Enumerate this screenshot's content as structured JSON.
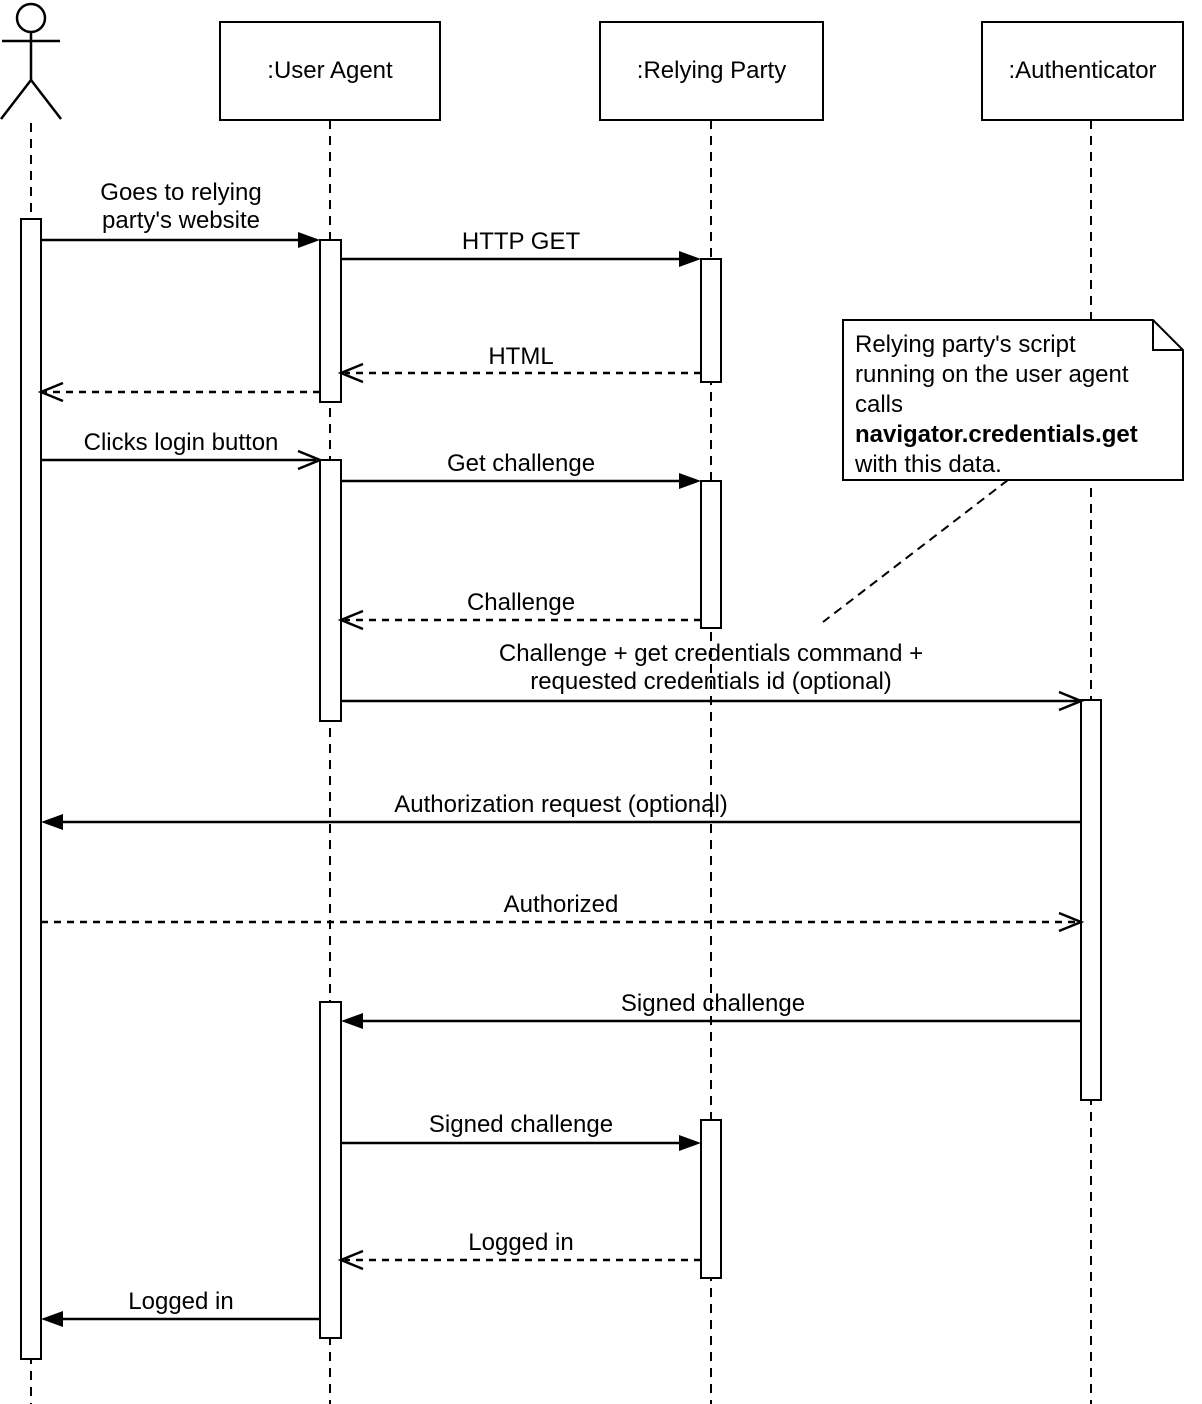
{
  "lifelines": [
    {
      "id": "user",
      "label": "",
      "kind": "actor"
    },
    {
      "id": "user-agent",
      "label": ":User Agent",
      "kind": "object"
    },
    {
      "id": "relying-party",
      "label": ":Relying Party",
      "kind": "object"
    },
    {
      "id": "authenticator",
      "label": ":Authenticator",
      "kind": "object"
    }
  ],
  "messages": [
    {
      "label": "Goes to relying party's website",
      "from": "User",
      "to": ":User Agent",
      "line": "solid",
      "arrow": "filled"
    },
    {
      "label": "HTTP GET",
      "from": ":User Agent",
      "to": ":Relying Party",
      "line": "solid",
      "arrow": "filled"
    },
    {
      "label": "HTML",
      "from": ":Relying Party",
      "to": ":User Agent",
      "line": "dashed",
      "arrow": "open"
    },
    {
      "label": "",
      "from": ":User Agent",
      "to": "User",
      "line": "dashed",
      "arrow": "open"
    },
    {
      "label": "Clicks login button",
      "from": "User",
      "to": ":User Agent",
      "line": "solid",
      "arrow": "open"
    },
    {
      "label": "Get challenge",
      "from": ":User Agent",
      "to": ":Relying Party",
      "line": "solid",
      "arrow": "filled"
    },
    {
      "label": "Challenge",
      "from": ":Relying Party",
      "to": ":User Agent",
      "line": "dashed",
      "arrow": "open"
    },
    {
      "label": "Challenge + get credentials command + requested credentials id (optional)",
      "from": ":User Agent",
      "to": ":Authenticator",
      "line": "solid",
      "arrow": "open"
    },
    {
      "label": "Authorization request (optional)",
      "from": ":Authenticator",
      "to": "User",
      "line": "solid",
      "arrow": "filled"
    },
    {
      "label": "Authorized",
      "from": "User",
      "to": ":Authenticator",
      "line": "dashed",
      "arrow": "open"
    },
    {
      "label": "Signed challenge",
      "from": ":Authenticator",
      "to": ":User Agent",
      "line": "solid",
      "arrow": "filled"
    },
    {
      "label": "Signed challenge",
      "from": ":User Agent",
      "to": ":Relying Party",
      "line": "solid",
      "arrow": "filled"
    },
    {
      "label": "Logged in",
      "from": ":Relying Party",
      "to": ":User Agent",
      "line": "dashed",
      "arrow": "open"
    },
    {
      "label": "Logged in",
      "from": ":User Agent",
      "to": "User",
      "line": "solid",
      "arrow": "filled"
    }
  ],
  "note": {
    "lines": [
      "Relying party's script",
      "running on the user agent",
      "calls",
      "navigator.credentials.get",
      "with this data."
    ],
    "bold_segment": "navigator.credentials.get"
  },
  "colors": {
    "stroke": "#000000",
    "background": "#ffffff"
  }
}
